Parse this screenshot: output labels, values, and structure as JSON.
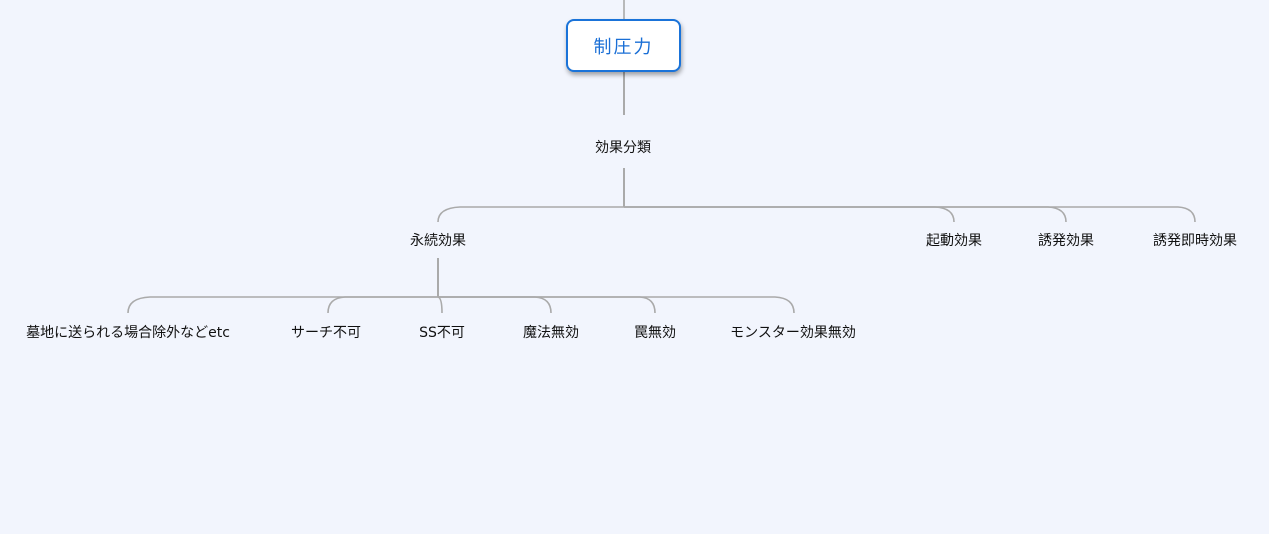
{
  "root": {
    "label": "制圧力"
  },
  "level1": {
    "label": "効果分類"
  },
  "level2": [
    {
      "label": "永続効果"
    },
    {
      "label": "起動効果"
    },
    {
      "label": "誘発効果"
    },
    {
      "label": "誘発即時効果"
    }
  ],
  "level3": [
    {
      "label": "墓地に送られる場合除外などetc"
    },
    {
      "label": "サーチ不可"
    },
    {
      "label": "SS不可"
    },
    {
      "label": "魔法無効"
    },
    {
      "label": "罠無効"
    },
    {
      "label": "モンスター効果無効"
    }
  ],
  "colors": {
    "background": "#f2f5fd",
    "root_border": "#1a73d9",
    "root_text": "#1a6fd6",
    "connector": "#aaaaaa"
  }
}
